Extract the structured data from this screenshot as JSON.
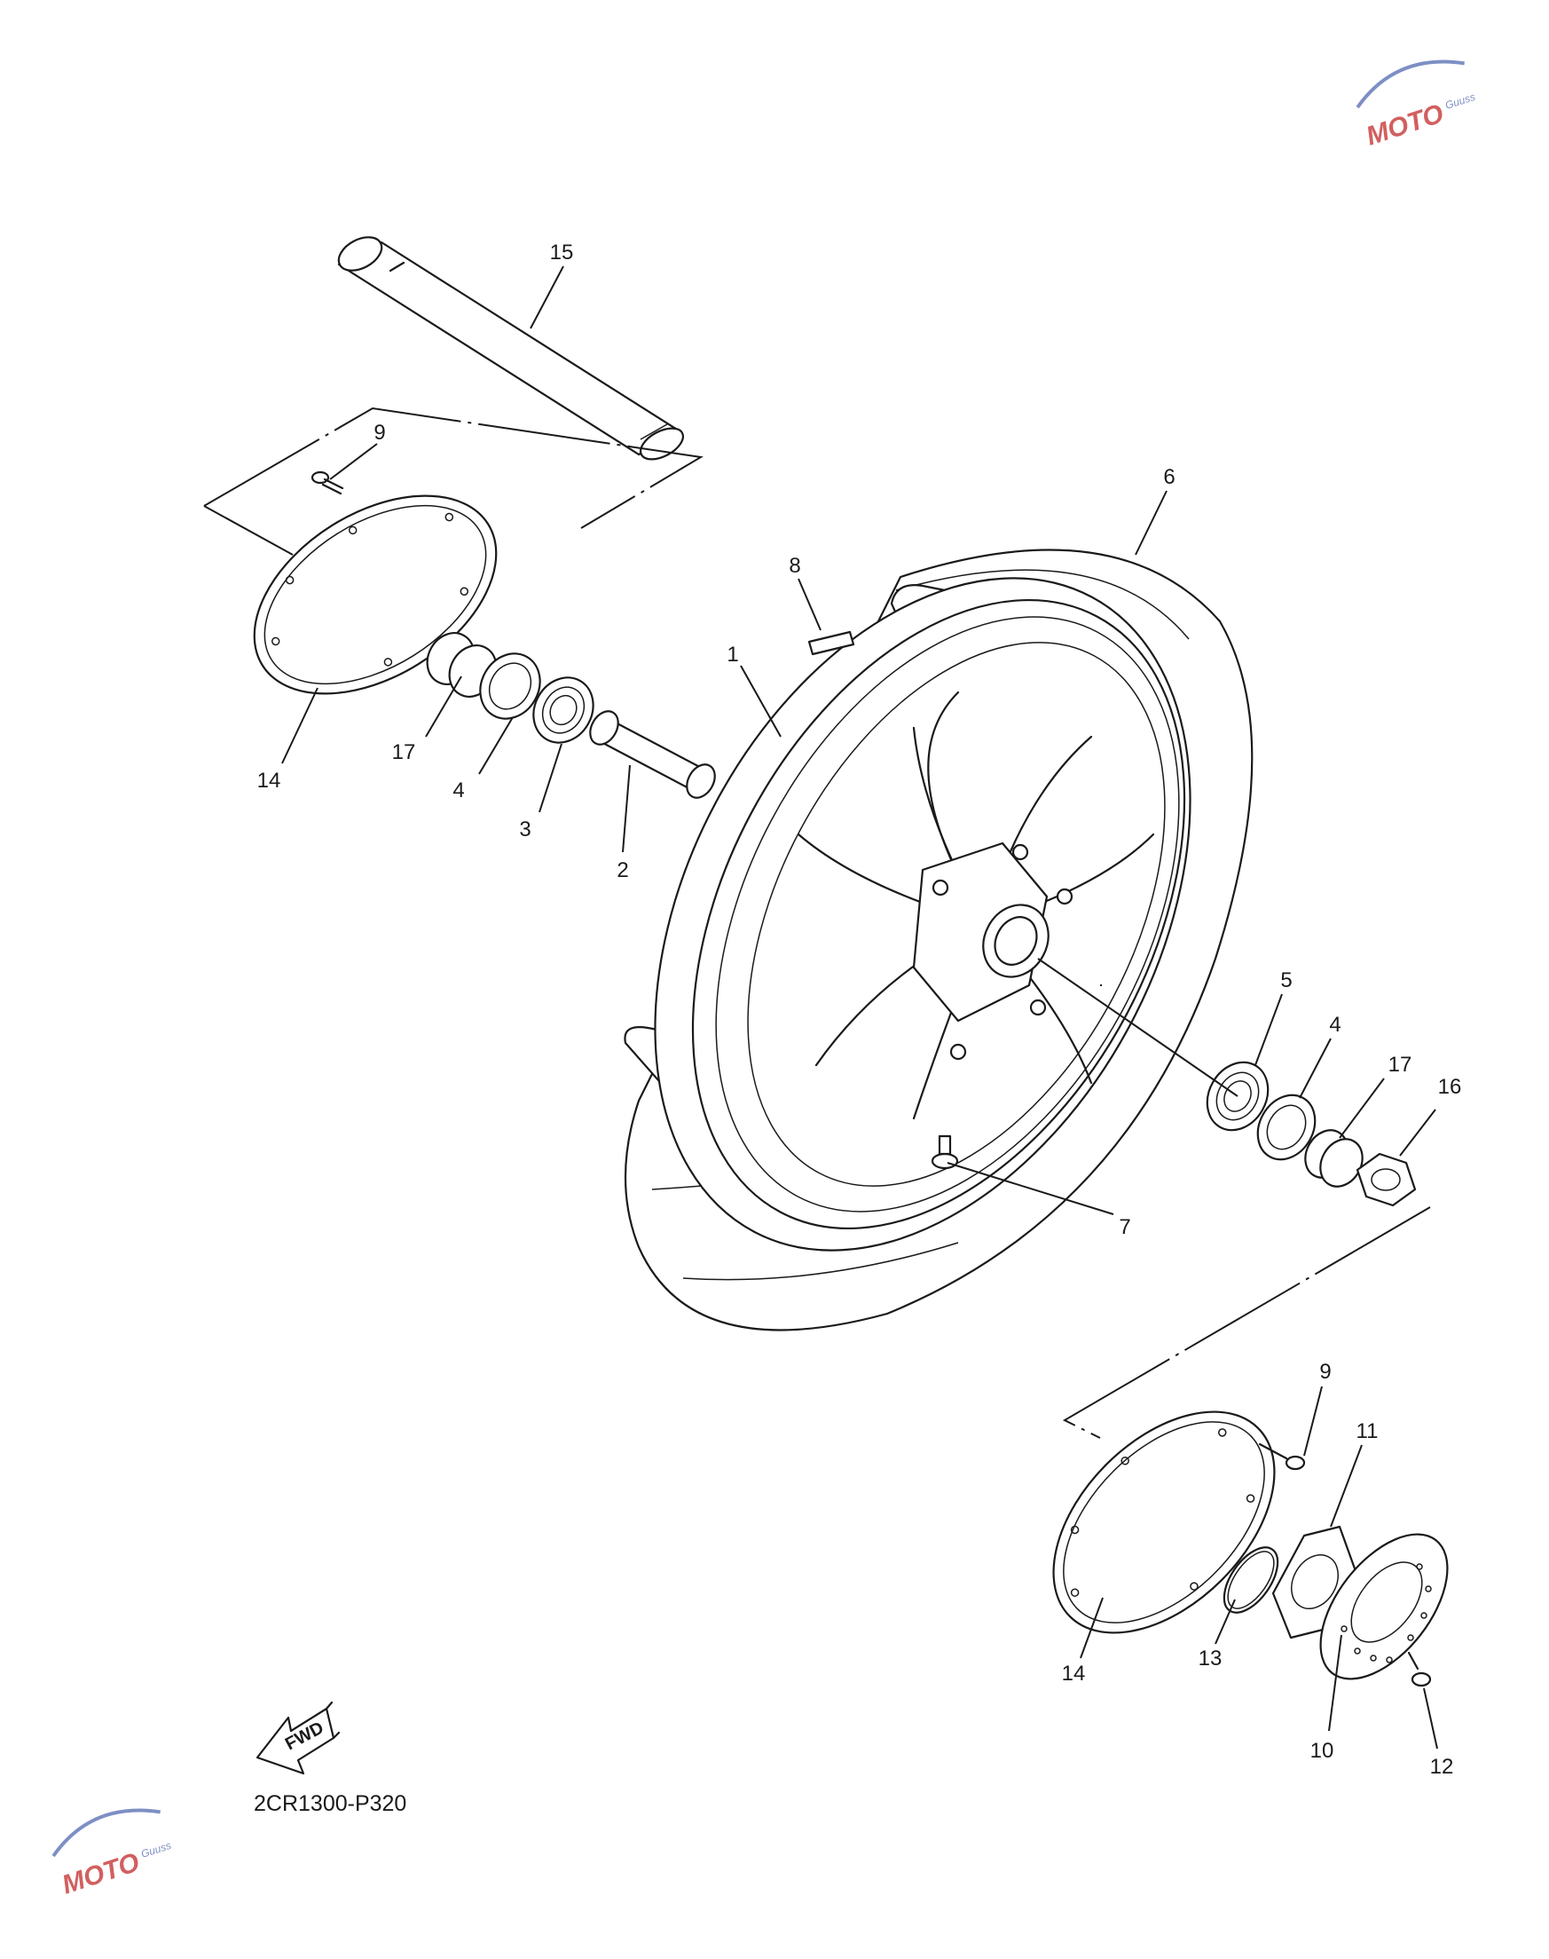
{
  "diagram_code": "2CR1300-P320",
  "fwd_label": "FWD",
  "watermark": {
    "main": "MOTO",
    "sub": "Guuss"
  },
  "callouts": [
    {
      "id": "c1",
      "label": "1"
    },
    {
      "id": "c2",
      "label": "2"
    },
    {
      "id": "c3",
      "label": "3"
    },
    {
      "id": "c4a",
      "label": "4"
    },
    {
      "id": "c4b",
      "label": "4"
    },
    {
      "id": "c5",
      "label": "5"
    },
    {
      "id": "c6",
      "label": "6"
    },
    {
      "id": "c7",
      "label": "7"
    },
    {
      "id": "c8",
      "label": "8"
    },
    {
      "id": "c9a",
      "label": "9"
    },
    {
      "id": "c9b",
      "label": "9"
    },
    {
      "id": "c10",
      "label": "10"
    },
    {
      "id": "c11",
      "label": "11"
    },
    {
      "id": "c12",
      "label": "12"
    },
    {
      "id": "c13",
      "label": "13"
    },
    {
      "id": "c14a",
      "label": "14"
    },
    {
      "id": "c14b",
      "label": "14"
    },
    {
      "id": "c15",
      "label": "15"
    },
    {
      "id": "c16",
      "label": "16"
    },
    {
      "id": "c17a",
      "label": "17"
    },
    {
      "id": "c17b",
      "label": "17"
    }
  ]
}
